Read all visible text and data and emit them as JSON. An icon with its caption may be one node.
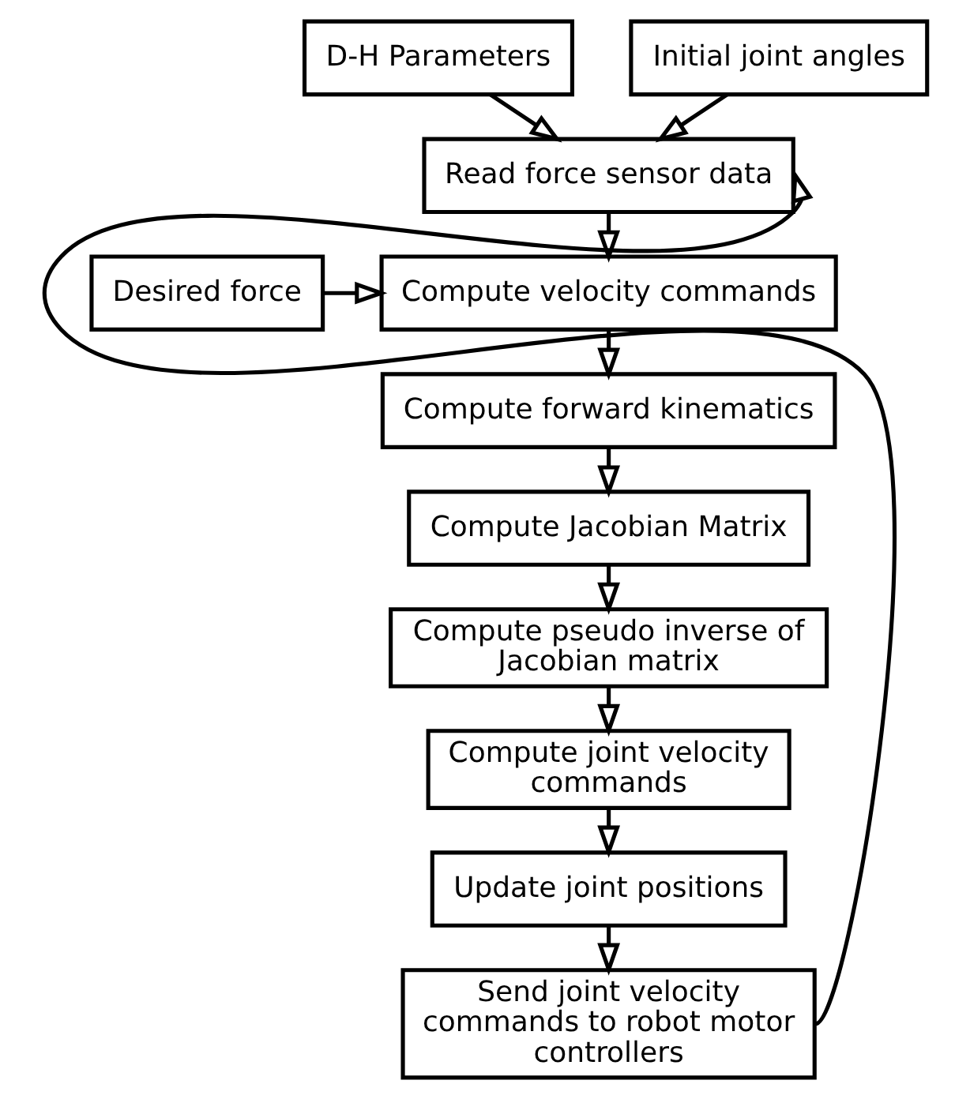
{
  "diagram": {
    "nodes": [
      {
        "text": [
          "D-H Parameters"
        ]
      },
      {
        "text": [
          "Initial joint angles"
        ]
      },
      {
        "text": [
          "Read force sensor data"
        ]
      },
      {
        "text": [
          "Desired force"
        ]
      },
      {
        "text": [
          "Compute velocity commands"
        ]
      },
      {
        "text": [
          "Compute forward kinematics"
        ]
      },
      {
        "text": [
          "Compute Jacobian Matrix"
        ]
      },
      {
        "text": [
          "Compute pseudo inverse of Jacobian matrix"
        ]
      },
      {
        "text": [
          "Compute joint velocity commands"
        ]
      },
      {
        "text": [
          "Update joint positions"
        ]
      },
      {
        "text": [
          "Send joint velocity commands to robot motor controllers"
        ]
      }
    ],
    "edges": [
      {
        "from": 0,
        "to": 2,
        "arrow": "to"
      },
      {
        "from": 1,
        "to": 2,
        "arrow": "to"
      },
      {
        "from": 2,
        "to": 4,
        "arrow": "to"
      },
      {
        "from": 3,
        "to": 4,
        "arrow": "to"
      },
      {
        "from": 4,
        "to": 5,
        "arrow": "to"
      },
      {
        "from": 5,
        "to": 6,
        "arrow": "to"
      },
      {
        "from": 6,
        "to": 7,
        "arrow": "to"
      },
      {
        "from": 7,
        "to": 8,
        "arrow": "to"
      },
      {
        "from": 8,
        "to": 9,
        "arrow": "to"
      },
      {
        "from": 9,
        "to": 10,
        "arrow": "to"
      },
      {
        "from": 10,
        "to": 2,
        "arrow": "to"
      }
    ]
  }
}
